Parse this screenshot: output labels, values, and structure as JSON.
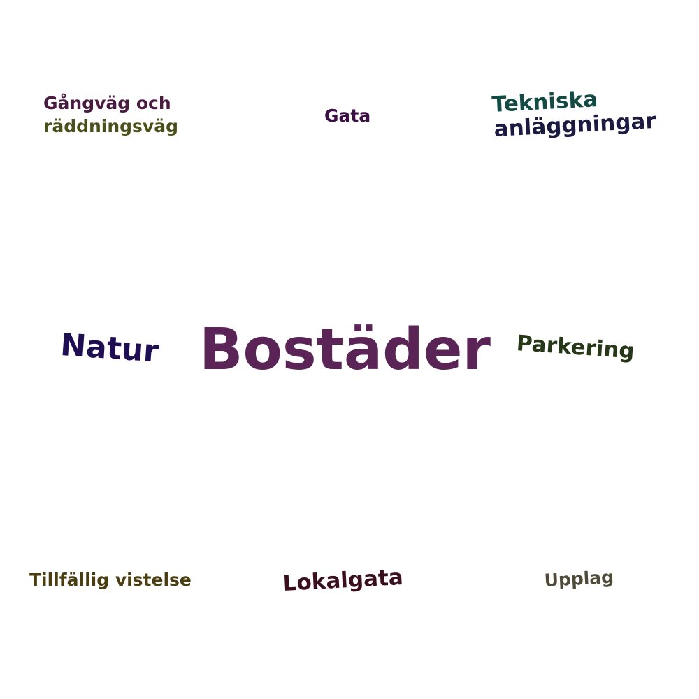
{
  "words": {
    "bostader": {
      "text": "Bostäder",
      "color": "#5a2456"
    },
    "natur": {
      "text": "Natur",
      "color": "#1f0f52"
    },
    "parkering": {
      "text": "Parkering",
      "color": "#263818"
    },
    "gangvag": {
      "text": "Gångväg och",
      "color": "#4a1a40"
    },
    "raddning": {
      "text": "räddningsväg",
      "color": "#4b4f1a"
    },
    "gata": {
      "text": "Gata",
      "color": "#3e0f47"
    },
    "tekniska": {
      "text": "Tekniska",
      "color": "#124a44"
    },
    "anlagg": {
      "text": "anläggningar",
      "color": "#1b1a40"
    },
    "tillfallig": {
      "text": "Tillfällig vistelse",
      "color": "#4a3d10"
    },
    "lokalgata": {
      "text": "Lokalgata",
      "color": "#3a0f1f"
    },
    "upplag": {
      "text": "Upplag",
      "color": "#4f4a3a"
    }
  }
}
